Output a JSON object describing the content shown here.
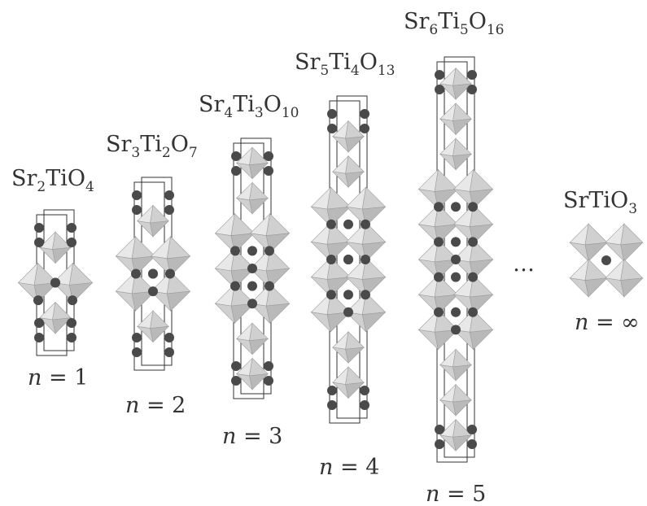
{
  "structures": [
    {
      "id": "n1",
      "layers": 1,
      "formula": [
        {
          "t": "Sr",
          "sub": "2"
        },
        {
          "t": "TiO",
          "sub": "4"
        }
      ],
      "n_var": "n",
      "n_rest": " = 1"
    },
    {
      "id": "n2",
      "layers": 2,
      "formula": [
        {
          "t": "Sr",
          "sub": "3"
        },
        {
          "t": "Ti",
          "sub": "2"
        },
        {
          "t": "O",
          "sub": "7"
        }
      ],
      "n_var": "n",
      "n_rest": " = 2"
    },
    {
      "id": "n3",
      "layers": 3,
      "formula": [
        {
          "t": "Sr",
          "sub": "4"
        },
        {
          "t": "Ti",
          "sub": "3"
        },
        {
          "t": "O",
          "sub": "10"
        }
      ],
      "n_var": "n",
      "n_rest": " = 3"
    },
    {
      "id": "n4",
      "layers": 4,
      "formula": [
        {
          "t": "Sr",
          "sub": "5"
        },
        {
          "t": "Ti",
          "sub": "4"
        },
        {
          "t": "O",
          "sub": "13"
        }
      ],
      "n_var": "n",
      "n_rest": " = 4"
    },
    {
      "id": "n5",
      "layers": 5,
      "formula": [
        {
          "t": "Sr",
          "sub": "6"
        },
        {
          "t": "Ti",
          "sub": "5"
        },
        {
          "t": "O",
          "sub": "16"
        }
      ],
      "n_var": "n",
      "n_rest": " = 5"
    }
  ],
  "ellipsis": "…",
  "perovskite": {
    "formula": [
      {
        "t": "SrTiO",
        "sub": "3"
      }
    ],
    "n_var": "n",
    "n_rest": " = ∞"
  },
  "colors": {
    "octahedron_light": "#e8e8e8",
    "octahedron_mid": "#d0d0d0",
    "octahedron_dark": "#b9b9b9",
    "octahedron_edge": "#9c9c9c",
    "atom": "#4a4a4a",
    "cell_line": "#333333",
    "text": "#333333"
  }
}
